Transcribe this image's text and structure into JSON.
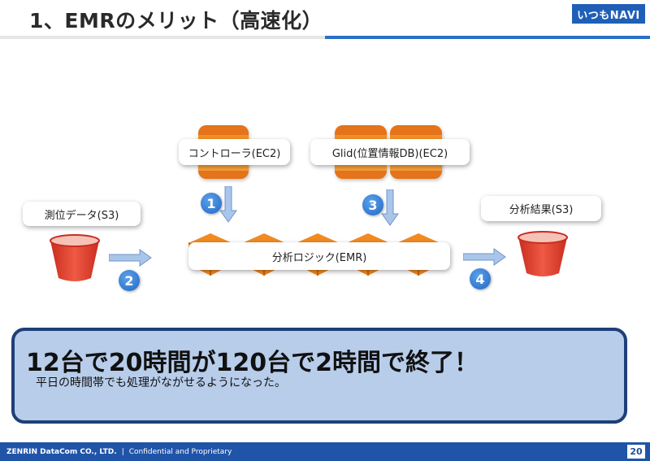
{
  "header": {
    "title": "1、EMRのメリット（高速化）",
    "logo_text": "いつもNAVI"
  },
  "diagram": {
    "controller_label": "コントローラ(EC2)",
    "glid_label": "Glid(位置情報DB)(EC2)",
    "positioning_label": "測位データ(S3)",
    "result_label": "分析結果(S3)",
    "logic_label": "分析ロジック(EMR)",
    "steps": [
      "1",
      "2",
      "3",
      "4"
    ]
  },
  "result": {
    "headline": "12台で20時間が120台で2時間で終了！",
    "sub": "平日の時間帯でも処理がながせるようになった。"
  },
  "footer": {
    "company": "ZENRIN DataCom CO., LTD.",
    "separator": "|",
    "confidential": "Confidential and Proprietary",
    "page": "20"
  },
  "colors": {
    "accent_blue": "#2054a8",
    "server_orange": "#f58a1f",
    "bucket_red": "#e0402e",
    "result_fill": "#b7cdea"
  }
}
